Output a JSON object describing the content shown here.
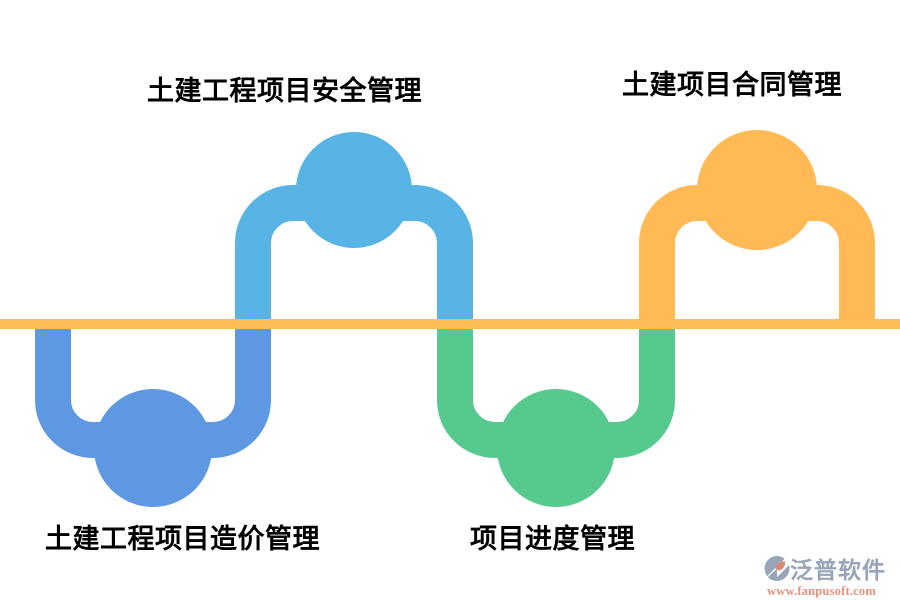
{
  "diagram": {
    "description": "process-wave-diagram",
    "baseline_color": "#FFBC59",
    "nodes": [
      {
        "id": "safety",
        "label": "土建工程项目安全管理",
        "color": "#57B4E4",
        "position": "top"
      },
      {
        "id": "contract",
        "label": "土建项目合同管理",
        "color": "#FFB955",
        "position": "top"
      },
      {
        "id": "cost",
        "label": "土建工程项目造价管理",
        "color": "#5F98E2",
        "position": "bottom"
      },
      {
        "id": "progress",
        "label": "项目进度管理",
        "color": "#55C98E",
        "position": "bottom"
      }
    ]
  },
  "logo": {
    "name": "泛普软件",
    "url": "www.fanpusoft.com",
    "name_color": "#98A4B8",
    "url_color": "#E98F7E",
    "icon_accent_color": "#D98A70"
  }
}
